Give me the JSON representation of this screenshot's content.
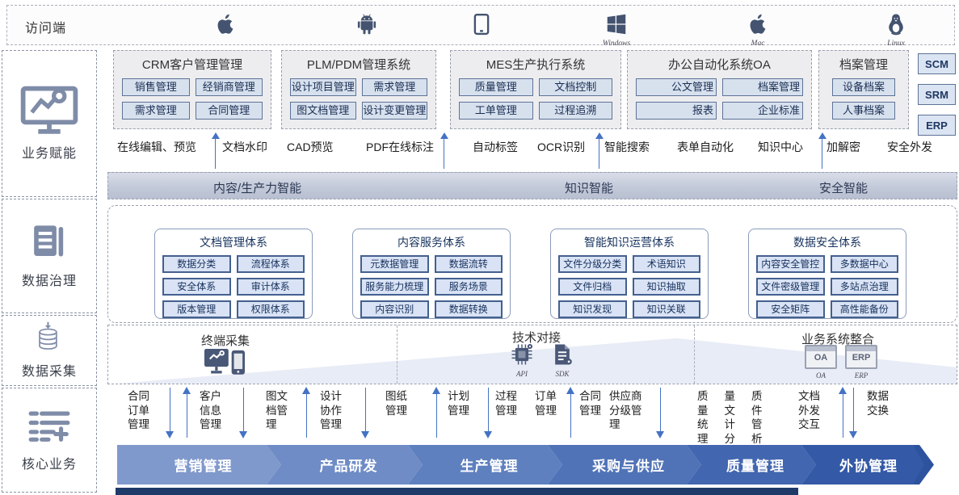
{
  "access_bar": {
    "label": "访问端",
    "platforms": [
      {
        "icon": "apple-icon",
        "label": ""
      },
      {
        "icon": "android-icon",
        "label": ""
      },
      {
        "icon": "tablet-icon",
        "label": ""
      },
      {
        "icon": "windows-icon",
        "label": "Windows"
      },
      {
        "icon": "apple-icon",
        "label": "Mac"
      },
      {
        "icon": "linux-icon",
        "label": "Linux"
      }
    ]
  },
  "sidebar": {
    "items": [
      {
        "icon": "chart-monitor-icon",
        "label": "业务赋能"
      },
      {
        "icon": "document-icon",
        "label": "数据治理"
      },
      {
        "icon": "database-icon",
        "label": "数据采集"
      },
      {
        "icon": "list-plus-icon",
        "label": "核心业务"
      }
    ]
  },
  "systems": [
    {
      "title": "CRM客户管理管理",
      "items": [
        "销售管理",
        "经销商管理",
        "需求管理",
        "合同管理"
      ]
    },
    {
      "title": "PLM/PDM管理系统",
      "items": [
        "设计项目管理",
        "需求管理",
        "图文档管理",
        "设计变更管理"
      ]
    },
    {
      "title": "MES生产执行系统",
      "items": [
        "质量管理",
        "文档控制",
        "工单管理",
        "过程追溯"
      ]
    },
    {
      "title": "办公自动化系统OA",
      "items": [
        "公文管理",
        "档案管理",
        "报表",
        "企业标准"
      ]
    },
    {
      "title": "档案管理",
      "items": [
        "设备档案",
        "人事档案"
      ]
    }
  ],
  "side_systems": [
    "SCM",
    "SRM",
    "ERP"
  ],
  "features": [
    "在线编辑、预览",
    "文档水印",
    "CAD预览",
    "PDF在线标注",
    "自动标签",
    "OCR识别",
    "智能搜索",
    "表单自动化",
    "知识中心",
    "加解密",
    "安全外发"
  ],
  "intelligence_bar": [
    "内容/生产力智能",
    "知识智能",
    "安全智能"
  ],
  "frameworks": [
    {
      "title": "文档管理体系",
      "items": [
        "数据分类",
        "流程体系",
        "安全体系",
        "审计体系",
        "版本管理",
        "权限体系"
      ]
    },
    {
      "title": "内容服务体系",
      "items": [
        "元数据管理",
        "数据流转",
        "服务能力梳理",
        "服务场景",
        "内容识别",
        "数据转换"
      ]
    },
    {
      "title": "智能知识运营体系",
      "items": [
        "文件分级分类",
        "术语知识",
        "文件归档",
        "知识抽取",
        "知识发现",
        "知识关联"
      ]
    },
    {
      "title": "数据安全体系",
      "items": [
        "内容安全管控",
        "多数据中心",
        "文件密级管理",
        "多站点治理",
        "安全矩阵",
        "高性能备份"
      ]
    }
  ],
  "integration": {
    "sections": [
      {
        "title": "终端采集",
        "icons": [
          {
            "icon": "terminal-devices-icon",
            "label": ""
          }
        ]
      },
      {
        "title": "技术对接",
        "icons": [
          {
            "icon": "api-chip-icon",
            "label": "API"
          },
          {
            "icon": "sdk-doc-icon",
            "label": "SDK"
          }
        ]
      },
      {
        "title": "业务系统整合",
        "icons": [
          {
            "icon": "oa-window-icon",
            "badge": "OA",
            "label": "OA"
          },
          {
            "icon": "erp-window-icon",
            "badge": "ERP",
            "label": "ERP"
          }
        ]
      }
    ]
  },
  "flow": [
    {
      "t": "lbl",
      "lines": [
        "合同",
        "订单",
        "管理"
      ]
    },
    {
      "t": "ar",
      "d": "down"
    },
    {
      "t": "ar",
      "d": "up"
    },
    {
      "t": "lbl",
      "lines": [
        "客户",
        "信息",
        "管理"
      ]
    },
    {
      "t": "ar",
      "d": "down"
    },
    {
      "t": "lbl",
      "lines": [
        "图文",
        "档管",
        "理"
      ]
    },
    {
      "t": "ar",
      "d": "up"
    },
    {
      "t": "lbl",
      "lines": [
        "设计",
        "协作",
        "管理"
      ]
    },
    {
      "t": "ar",
      "d": "down"
    },
    {
      "t": "lbl",
      "lines": [
        "图纸",
        "管理"
      ]
    },
    {
      "t": "ar",
      "d": "up"
    },
    {
      "t": "lbl",
      "lines": [
        "计划",
        "管理"
      ]
    },
    {
      "t": "ar",
      "d": "down"
    },
    {
      "t": "lbl",
      "lines": [
        "过程",
        "管理"
      ]
    },
    {
      "t": "lbl",
      "lines": [
        "订单",
        "管理"
      ]
    },
    {
      "t": "ar",
      "d": "up"
    },
    {
      "t": "lbl",
      "lines": [
        "合同",
        "管理"
      ]
    },
    {
      "t": "lbl",
      "lines": [
        "供应商",
        "分级管",
        "理"
      ]
    },
    {
      "t": "ar",
      "d": "down"
    },
    {
      "t": "lbl",
      "wide": true,
      "lines": [
        "质量质",
        "量文件",
        "统计管",
        "理分析"
      ]
    },
    {
      "t": "lbl",
      "lines": [
        "文档",
        "外发",
        "交互"
      ]
    },
    {
      "t": "ar",
      "d": "up"
    },
    {
      "t": "ar",
      "d": "down"
    },
    {
      "t": "lbl",
      "lines": [
        "数据",
        "交换"
      ]
    }
  ],
  "process_chevrons": [
    "营销管理",
    "产品研发",
    "生产管理",
    "采购与供应",
    "质量管理",
    "外协管理"
  ],
  "colors": {
    "accent_blue": "#4472C4",
    "slate_icon": "#4A5878",
    "navy_text": "#1F3864",
    "chevron_palette": [
      "#8099CC",
      "#6F8CC6",
      "#5F80BF",
      "#5073B8",
      "#4266AF",
      "#3459A6"
    ],
    "chevron_tail": "#2D539E",
    "bottom_bar": "#1E3A68"
  }
}
